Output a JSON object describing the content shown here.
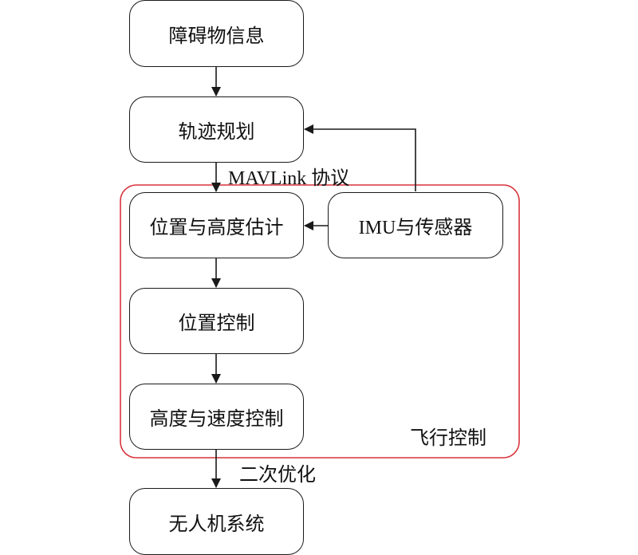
{
  "nodes": {
    "obstacle_info": "障碍物信息",
    "trajectory_planning": "轨迹规划",
    "position_height_estimation": "位置与高度估计",
    "imu_sensors": "IMU与传感器",
    "position_control": "位置控制",
    "height_speed_control": "高度与速度控制",
    "uav_system": "无人机系统"
  },
  "labels": {
    "protocol": "MAVLink 协议",
    "flight_control": "飞行控制",
    "secondary_optimization": "二次优化"
  },
  "colors": {
    "stroke": "#1a1a1a",
    "group_border": "#d9343c"
  }
}
